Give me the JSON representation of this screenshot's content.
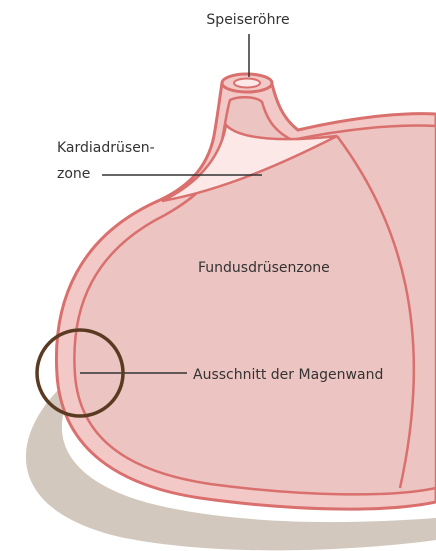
{
  "labels": {
    "speiseroehre": "Speiseröhre",
    "kardia_line1": "Kardiadrüsen-",
    "kardia_line2": "zone",
    "fundus": "Fundusdrüsenzone",
    "ausschnitt": "Ausschnitt der Magenwand"
  },
  "colors": {
    "wall_outer": "#f2c9c7",
    "wall_stroke": "#d9706e",
    "lumen": "#ecc4c2",
    "kardia_zone": "#fbe8e7",
    "shadow": "#d3c8be",
    "circle": "#5b3a22",
    "pointer_line": "#333333"
  }
}
